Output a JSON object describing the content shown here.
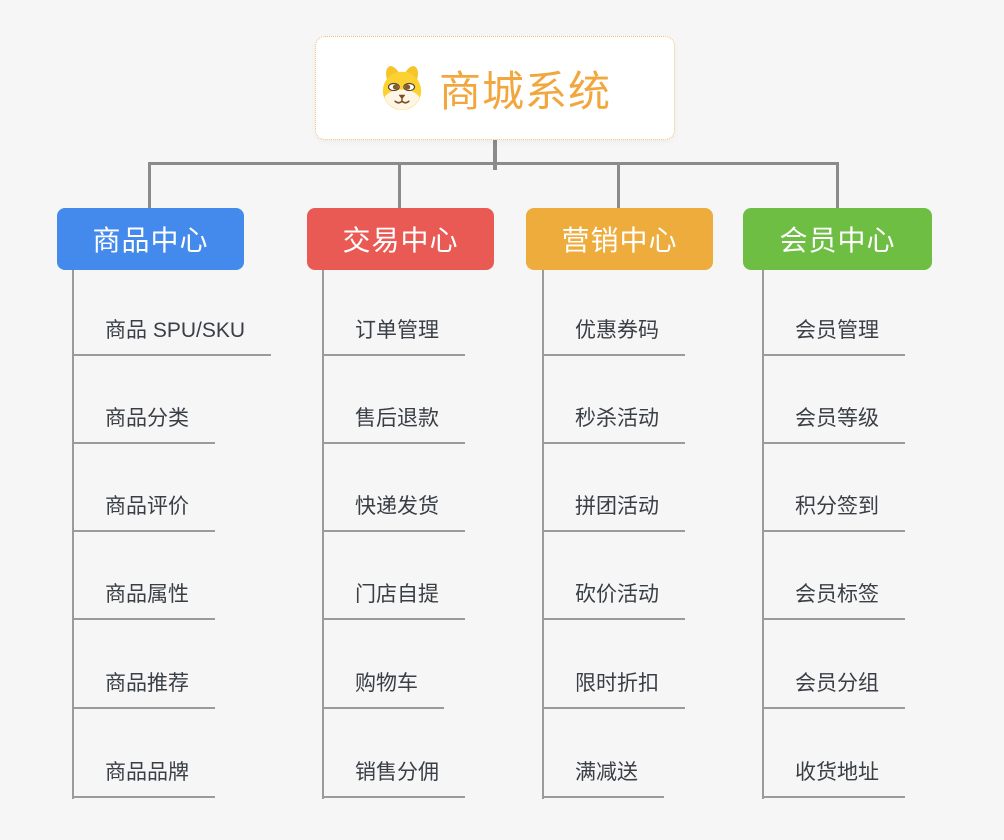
{
  "canvas": {
    "background": "#f6f6f6"
  },
  "root": {
    "title": "商城系统",
    "title_color": "#f1a73e",
    "border_color": "#f0c080",
    "icon": "dog-face-icon"
  },
  "connectors": {
    "main_color": "#8b8b8b",
    "sub_color": "#9b9b9b"
  },
  "branches": [
    {
      "label": "商品中心",
      "color": "#4489ec",
      "children": [
        "商品 SPU/SKU",
        "商品分类",
        "商品评价",
        "商品属性",
        "商品推荐",
        "商品品牌"
      ]
    },
    {
      "label": "交易中心",
      "color": "#ea5a54",
      "children": [
        "订单管理",
        "售后退款",
        "快递发货",
        "门店自提",
        "购物车",
        "销售分佣"
      ]
    },
    {
      "label": "营销中心",
      "color": "#edac3c",
      "children": [
        "优惠券码",
        "秒杀活动",
        "拼团活动",
        "砍价活动",
        "限时折扣",
        "满减送"
      ]
    },
    {
      "label": "会员中心",
      "color": "#6fbe44",
      "children": [
        "会员管理",
        "会员等级",
        "积分签到",
        "会员标签",
        "会员分组",
        "收货地址"
      ]
    }
  ]
}
